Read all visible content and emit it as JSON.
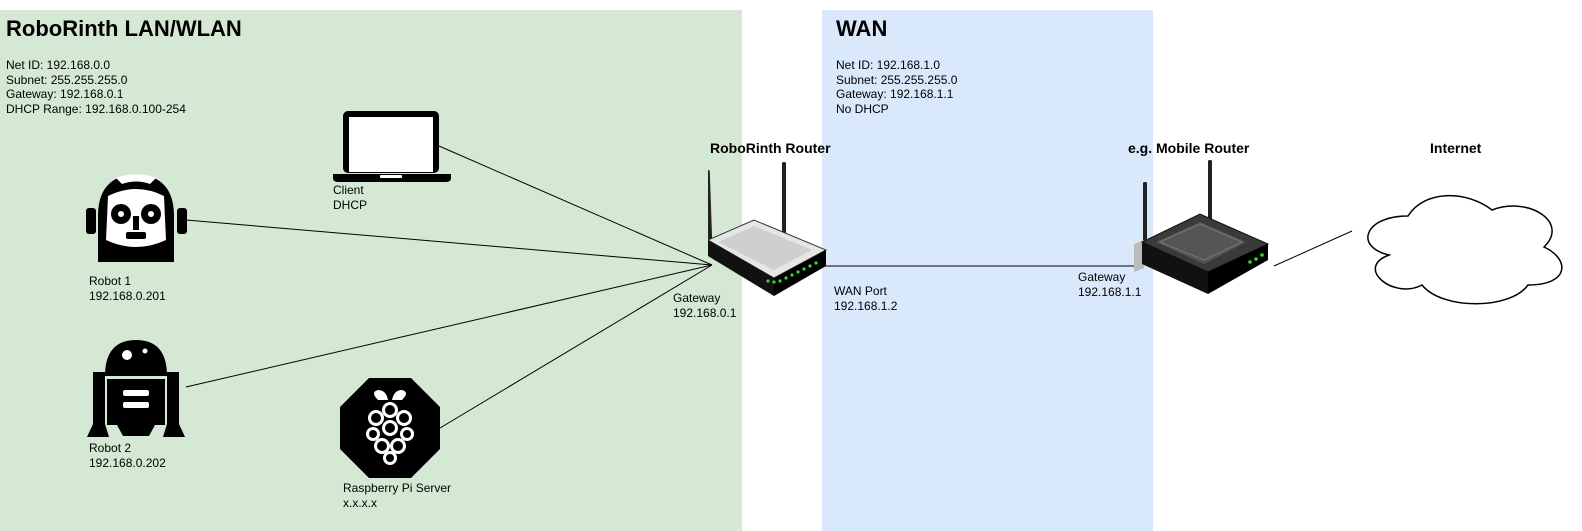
{
  "lan": {
    "title": "RoboRinth LAN/WLAN",
    "info": [
      "Net ID: 192.168.0.0",
      "Subnet: 255.255.255.0",
      "Gateway: 192.168.0.1",
      "DHCP Range: 192.168.0.100-254"
    ],
    "color": "#d5e8d4"
  },
  "wan": {
    "title": "WAN",
    "info": [
      "Net ID: 192.168.1.0",
      "Subnet: 255.255.255.0",
      "Gateway: 192.168.1.1",
      "No DHCP"
    ],
    "color": "#dae8fc"
  },
  "client": {
    "line1": "Client",
    "line2": "DHCP",
    "icon": "laptop-icon"
  },
  "robot1": {
    "line1": "Robot 1",
    "line2": "192.168.0.201",
    "icon": "robot-c3po-icon"
  },
  "robot2": {
    "line1": "Robot 2",
    "line2": "192.168.0.202",
    "icon": "robot-r2d2-icon"
  },
  "raspi": {
    "line1": "Raspberry Pi Server",
    "line2": "x.x.x.x",
    "icon": "raspberry-pi-icon"
  },
  "roborinth_router": {
    "title": "RoboRinth Router",
    "gateway_line1": "Gateway",
    "gateway_line2": "192.168.0.1",
    "wan_line1": "WAN Port",
    "wan_line2": "192.168.1.2",
    "icon": "router-icon"
  },
  "mobile_router": {
    "title": "e.g. Mobile Router",
    "gateway_line1": "Gateway",
    "gateway_line2": "192.168.1.1",
    "icon": "router-icon"
  },
  "internet": {
    "title": "Internet",
    "icon": "cloud-icon"
  }
}
